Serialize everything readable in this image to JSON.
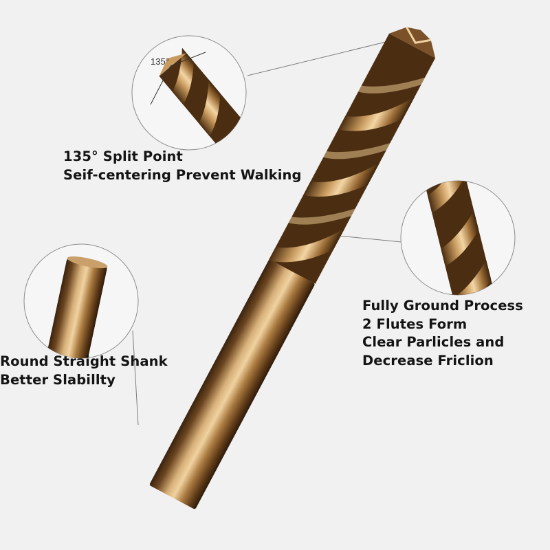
{
  "callouts": {
    "point": {
      "angle_label": "135°",
      "lines": [
        "135° Split Point",
        "Seif-centering Prevent Walking"
      ]
    },
    "flutes": {
      "lines": [
        "Fully Ground Process",
        "2 Flutes Form",
        "Clear Parlicles and",
        "Decrease Friclion"
      ]
    },
    "shank": {
      "lines": [
        "Round Straight Shank",
        "Better Slabillty"
      ]
    }
  },
  "colors": {
    "background": "#f2f1f2",
    "bronze_dark": "#4a2e12",
    "bronze_light": "#e9c58c",
    "text": "#141414"
  }
}
